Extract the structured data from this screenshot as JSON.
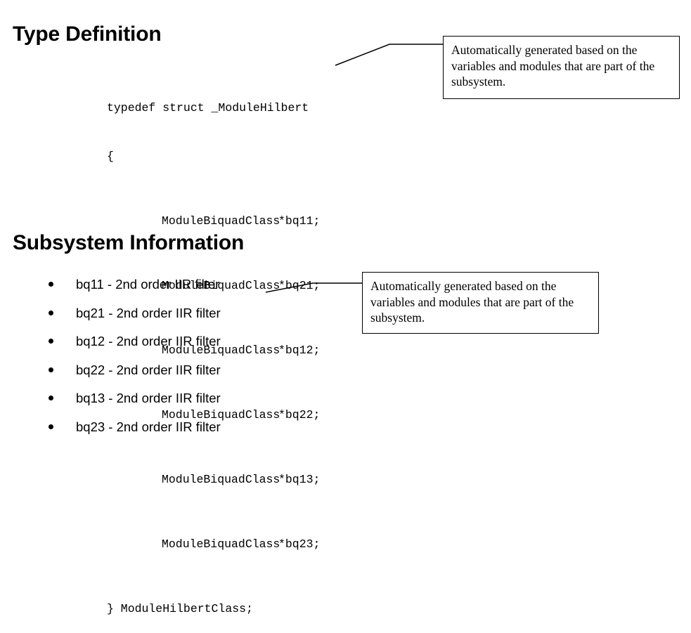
{
  "sections": {
    "type_definition": {
      "heading": "Type Definition",
      "code": {
        "open_line": "typedef struct _ModuleHilbert",
        "brace_open": "{",
        "member_type": "ModuleBiquadClass",
        "members": [
          "*bq11;",
          "*bq21;",
          "*bq12;",
          "*bq22;",
          "*bq13;",
          "*bq23;"
        ],
        "close_line": "} ModuleHilbertClass;"
      },
      "callout": "Automatically generated based on the variables and modules that are part of the subsystem."
    },
    "subsystem_information": {
      "heading": "Subsystem Information",
      "bullets": [
        "bq11 - 2nd order IIR filter",
        "bq21 - 2nd order IIR filter",
        "bq12 - 2nd order IIR filter",
        "bq22 - 2nd order IIR filter",
        "bq13 - 2nd order IIR filter",
        "bq23 - 2nd order IIR filter"
      ],
      "callout": "Automatically generated based on the variables and modules that are part of the subsystem."
    }
  },
  "colors": {
    "background": "#ffffff",
    "text": "#000000",
    "callout_border": "#000000",
    "leader_line": "#000000"
  }
}
